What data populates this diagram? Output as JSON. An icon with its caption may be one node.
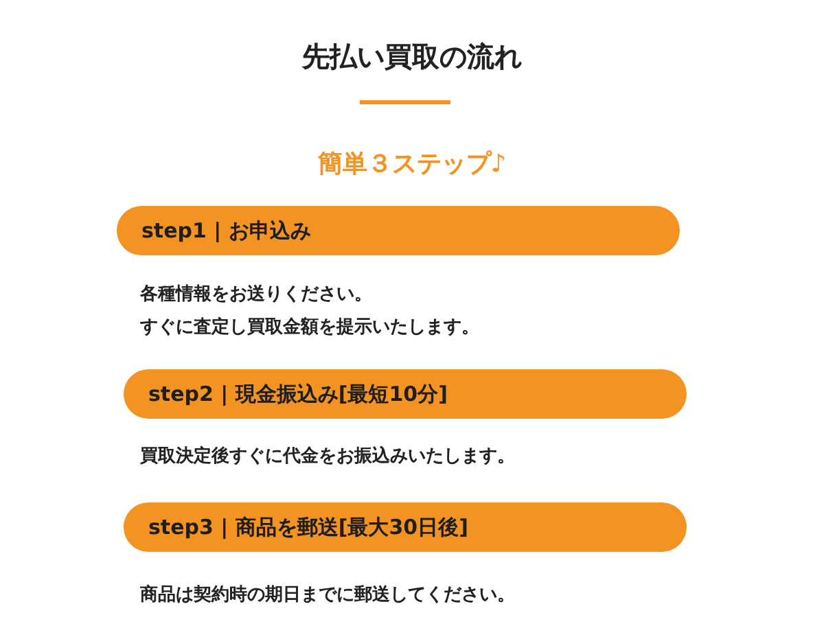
{
  "diagram": {
    "title": "先払い買取の流れ",
    "nodes": [
      {
        "text": [
          "step1 | お申込み"
        ],
        "beside": [
          "各種情報をお送りください。",
          "すぐに査定し買取金額を提示いたします。"
        ]
      },
      {
        "text": [
          "step2 | 現金振込み[最短10分]"
        ],
        "beside": [
          "買取決定後すぐに代金をお振込みいたします。"
        ]
      },
      {
        "text": [
          "step3 | 商品を郵送[最大30日後]"
        ],
        "beside": [
          "商品は契約時の期日までに郵送してください。"
        ]
      }
    ],
    "edges": [],
    "labels": [
      "簡単３ステップ♪"
    ]
  }
}
